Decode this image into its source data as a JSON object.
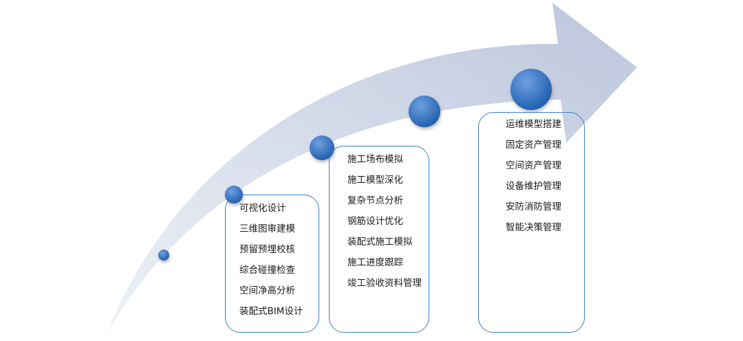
{
  "colors": {
    "arrow_light": "#eef1f7",
    "arrow_dark": "#bcc6dc",
    "dot_light": "#6fa0e0",
    "dot_dark": "#1f5fae",
    "card_border": "#3a7bc8",
    "text": "#1a1a1a"
  },
  "stages": [
    {
      "items": [
        "可视化设计",
        "三维图审建模",
        "预留预埋校核",
        "综合碰撞检查",
        "空间净高分析",
        "装配式BIM设计"
      ]
    },
    {
      "items": [
        "施工场布模拟",
        "施工模型深化",
        "复杂节点分析",
        "钢筋设计优化",
        "装配式施工模拟",
        "施工进度跟踪",
        "竣工验收资料管理"
      ]
    },
    {
      "items": [
        "运维模型搭建",
        "固定资产管理",
        "空间资产管理",
        "设备维护管理",
        "安防消防管理",
        "智能决策管理"
      ]
    }
  ]
}
